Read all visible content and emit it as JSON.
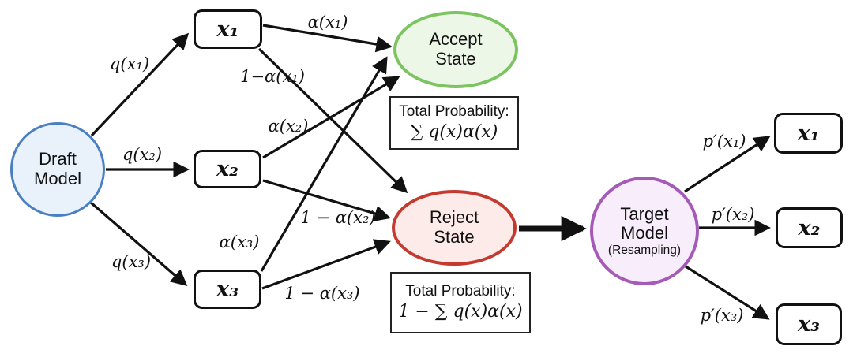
{
  "colors": {
    "draft_border": "#4a7fc1",
    "draft_fill": "#e9f1fb",
    "accept_border": "#7cc45f",
    "accept_fill": "#edf7e8",
    "reject_border": "#c43a2e",
    "reject_fill": "#fcebe8",
    "target_border": "#a55ab8",
    "target_fill": "#f8eefb",
    "arrow": "#111111",
    "box_border": "#111111"
  },
  "nodes": {
    "draft_model": {
      "line1": "Draft",
      "line2": "Model"
    },
    "accept_state": {
      "line1": "Accept",
      "line2": "State"
    },
    "reject_state": {
      "line1": "Reject",
      "line2": "State"
    },
    "target_model": {
      "line1": "Target",
      "line2": "Model",
      "line3": "(Resampling)"
    },
    "draft_tokens": [
      "x₁",
      "x₂",
      "x₃"
    ],
    "resampled_tokens": [
      "x₁",
      "x₂",
      "x₃"
    ]
  },
  "edge_labels": {
    "q": [
      "q(x₁)",
      "q(x₂)",
      "q(x₃)"
    ],
    "alpha": [
      "α(x₁)",
      "α(x₂)",
      "α(x₃)"
    ],
    "one_minus_alpha": [
      "1−α(x₁)",
      "1 − α(x₂)",
      "1 − α(x₃)"
    ],
    "p_prime": [
      "p′(x₁)",
      "p′(x₂)",
      "p′(x₃)"
    ]
  },
  "info_boxes": {
    "accept": {
      "title": "Total Probability:",
      "formula": "∑ q(x)α(x)"
    },
    "reject": {
      "title": "Total Probability:",
      "formula": "1 − ∑ q(x)α(x)"
    }
  }
}
